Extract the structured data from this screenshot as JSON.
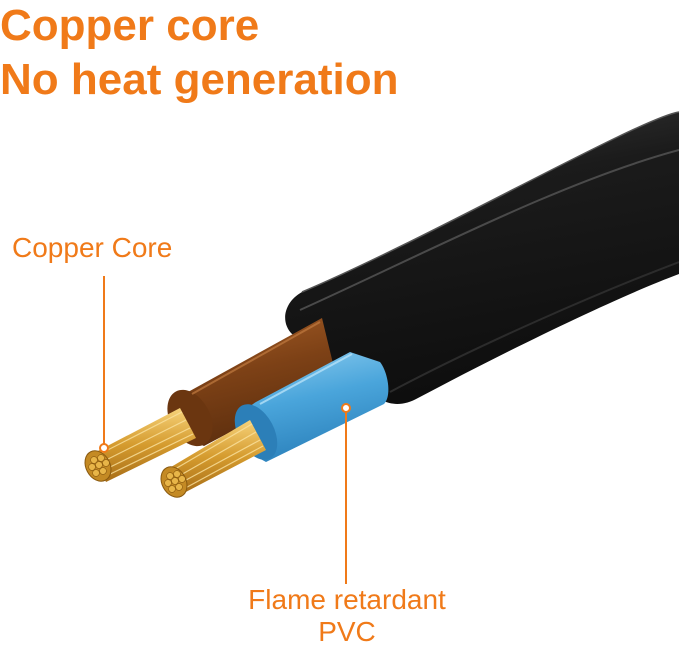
{
  "headline": {
    "line1": "Copper core",
    "line2": "No heat generation"
  },
  "callouts": {
    "copper_core": "Copper Core",
    "flame_retardant_line1": "Flame retardant",
    "flame_retardant_line2": "PVC"
  },
  "colors": {
    "accent": "#F07A19",
    "cable_jacket": "#1E1E1E",
    "brown_insulation": "#8A4A1C",
    "blue_insulation": "#5FB4E2",
    "copper": "#E0A93A",
    "background": "#FFFFFF"
  }
}
